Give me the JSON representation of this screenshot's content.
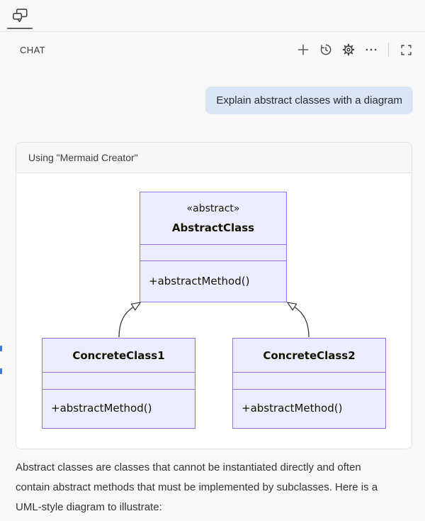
{
  "tab_bar": {
    "tabs": [
      {
        "icon": "comment-discussion-icon",
        "active": true
      }
    ]
  },
  "header": {
    "title": "CHAT",
    "action_icons": [
      "plus-icon",
      "history-icon",
      "gear-icon",
      "ellipsis-icon",
      "screen-full-icon"
    ]
  },
  "chat": {
    "user_message": "Explain abstract classes with a diagram",
    "tool_card": {
      "header": "Using \"Mermaid Creator\""
    },
    "assistant_text": "Abstract classes are classes that cannot be instantiated directly and often contain abstract methods that must be implemented by subclasses. Here is a UML-style diagram to illustrate:"
  },
  "diagram": {
    "type": "uml-class",
    "classes": [
      {
        "id": "AbstractClass",
        "stereotype": "«abstract»",
        "name": "AbstractClass",
        "attributes": [],
        "methods": [
          "+abstractMethod()"
        ]
      },
      {
        "id": "ConcreteClass1",
        "stereotype": "",
        "name": "ConcreteClass1",
        "attributes": [],
        "methods": [
          "+abstractMethod()"
        ]
      },
      {
        "id": "ConcreteClass2",
        "stereotype": "",
        "name": "ConcreteClass2",
        "attributes": [],
        "methods": [
          "+abstractMethod()"
        ]
      }
    ],
    "relations": [
      {
        "from": "ConcreteClass1",
        "to": "AbstractClass",
        "type": "inheritance"
      },
      {
        "from": "ConcreteClass2",
        "to": "AbstractClass",
        "type": "inheritance"
      }
    ]
  },
  "colors": {
    "page_bg": "#f8f8f8",
    "bubble_bg": "#dae5f6",
    "diagram_fill": "#ECECFF",
    "diagram_border": "#9370DB",
    "diagram_line": "#333333",
    "accent_marker": "#3e79d9"
  }
}
